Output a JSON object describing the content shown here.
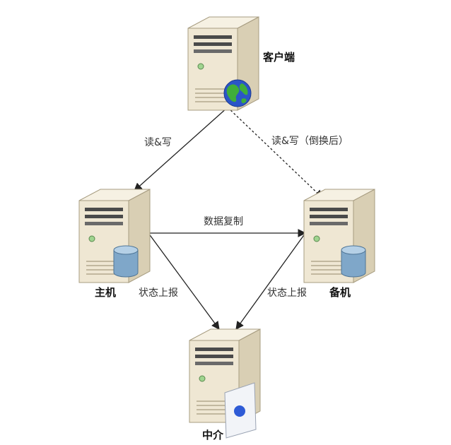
{
  "nodes": {
    "client": {
      "label": "客户端"
    },
    "primary": {
      "label": "主机"
    },
    "backup": {
      "label": "备机"
    },
    "arbiter": {
      "label": "中介"
    }
  },
  "edges": {
    "client_to_primary": {
      "label": "读&写"
    },
    "client_to_backup": {
      "label": "读&写（倒换后）"
    },
    "primary_to_backup": {
      "label": "数据复制"
    },
    "primary_to_arbiter": {
      "label": "状态上报"
    },
    "backup_to_arbiter": {
      "label": "状态上报"
    }
  },
  "colors": {
    "server_front": "#efe7d3",
    "server_side": "#d9cfb4",
    "server_top": "#f6f1e3",
    "database": "#7fa7c9",
    "globe_water": "#2b55c8",
    "globe_land": "#3fae3a",
    "arrow": "#222222"
  }
}
